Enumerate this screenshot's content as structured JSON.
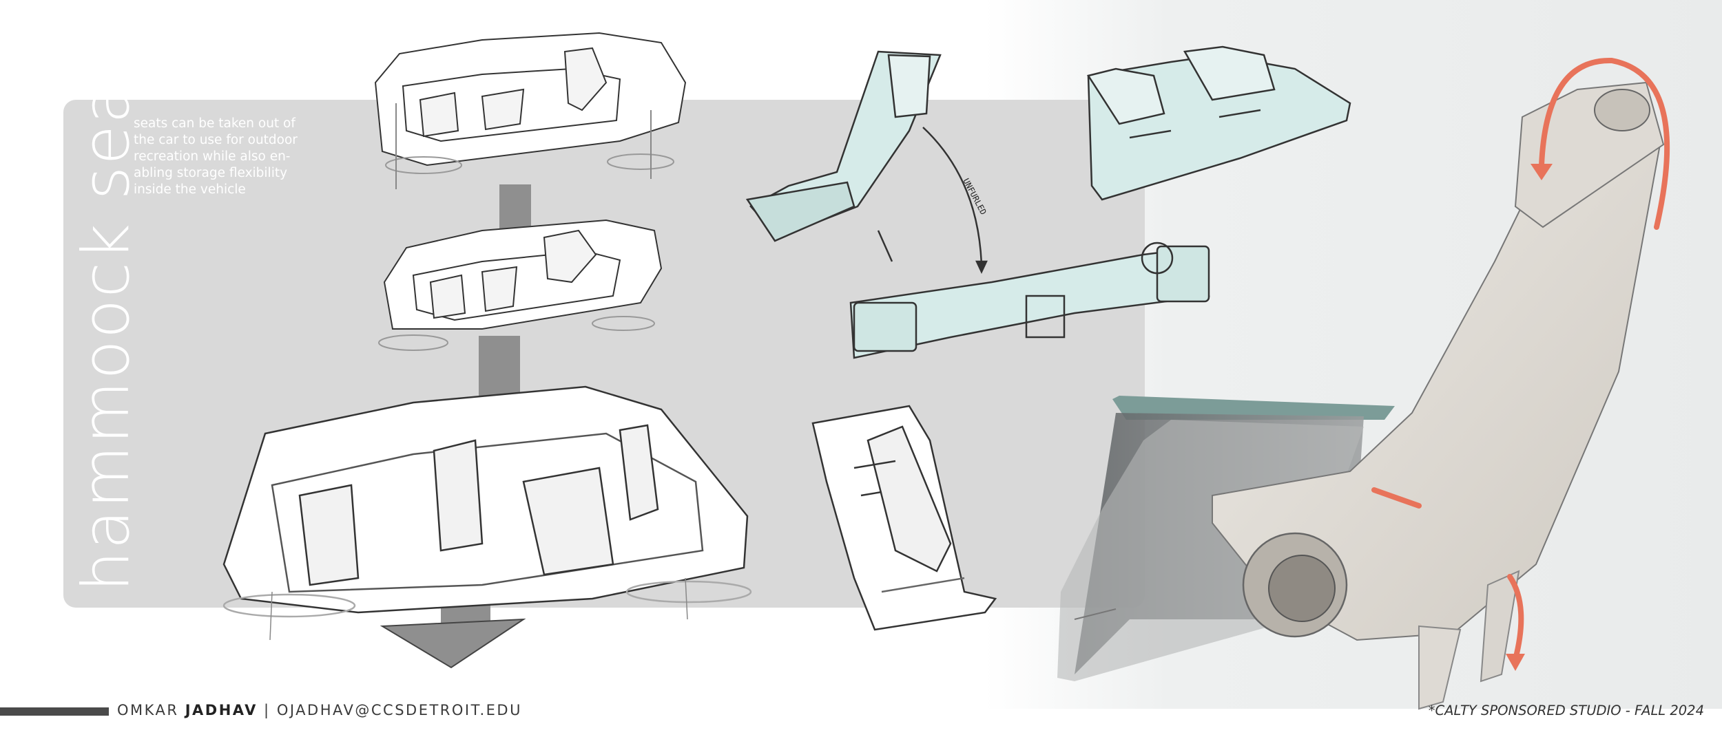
{
  "title": "hammoock seat",
  "description": [
    "seats can be taken out of",
    "the car to use for outdoor",
    "recreation while also en-",
    "abling storage flexibility",
    "inside the vehicle"
  ],
  "footer": {
    "first_name": "OMKAR",
    "last_name": "JADHAV",
    "separator": "|",
    "email": "OJADHAV@CCSDETROIT.EDU"
  },
  "credit": "*CALTY SPONSORED STUDIO - FALL 2024",
  "sketch_note": "UNFURLED",
  "colors": {
    "panel": "#d9d9d9",
    "accent": "#e8735a",
    "seat_tint": "#d6ebe9",
    "arrow": "#8a8a8a"
  }
}
